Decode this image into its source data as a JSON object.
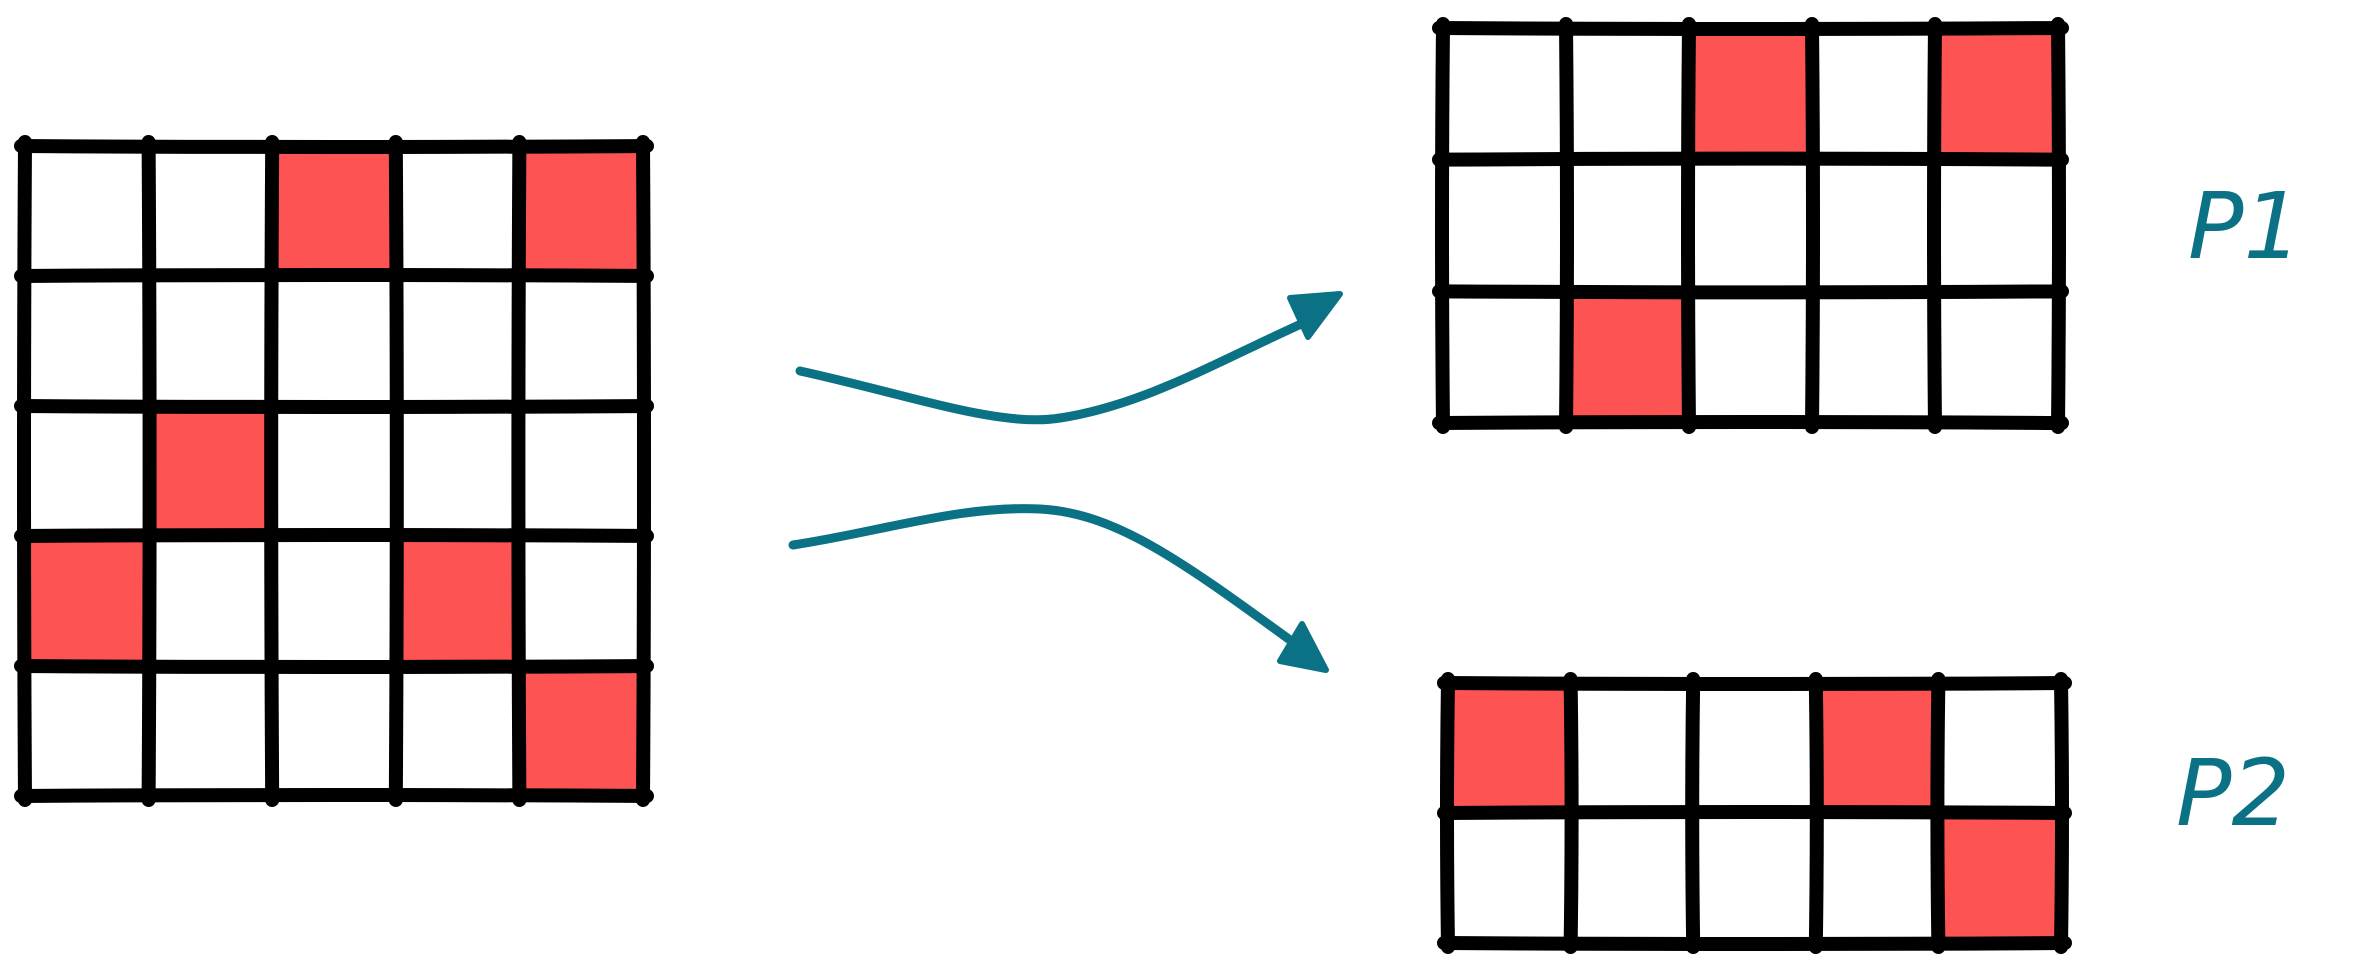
{
  "colors": {
    "filled": "#fd5353",
    "empty": "#ffffff",
    "grid": "#000000",
    "accent": "#0b7285"
  },
  "source_grid": {
    "rows": 5,
    "cols": 5,
    "cells": [
      [
        0,
        0,
        1,
        0,
        1
      ],
      [
        0,
        0,
        0,
        0,
        0
      ],
      [
        0,
        1,
        0,
        0,
        0
      ],
      [
        1,
        0,
        0,
        1,
        0
      ],
      [
        0,
        0,
        0,
        0,
        1
      ]
    ]
  },
  "partitions": [
    {
      "label": "P1",
      "rows": 3,
      "cols": 5,
      "cells": [
        [
          0,
          0,
          1,
          0,
          1
        ],
        [
          0,
          0,
          0,
          0,
          0
        ],
        [
          0,
          1,
          0,
          0,
          0
        ]
      ]
    },
    {
      "label": "P2",
      "rows": 2,
      "cols": 5,
      "cells": [
        [
          1,
          0,
          0,
          1,
          0
        ],
        [
          0,
          0,
          0,
          0,
          1
        ]
      ]
    }
  ]
}
